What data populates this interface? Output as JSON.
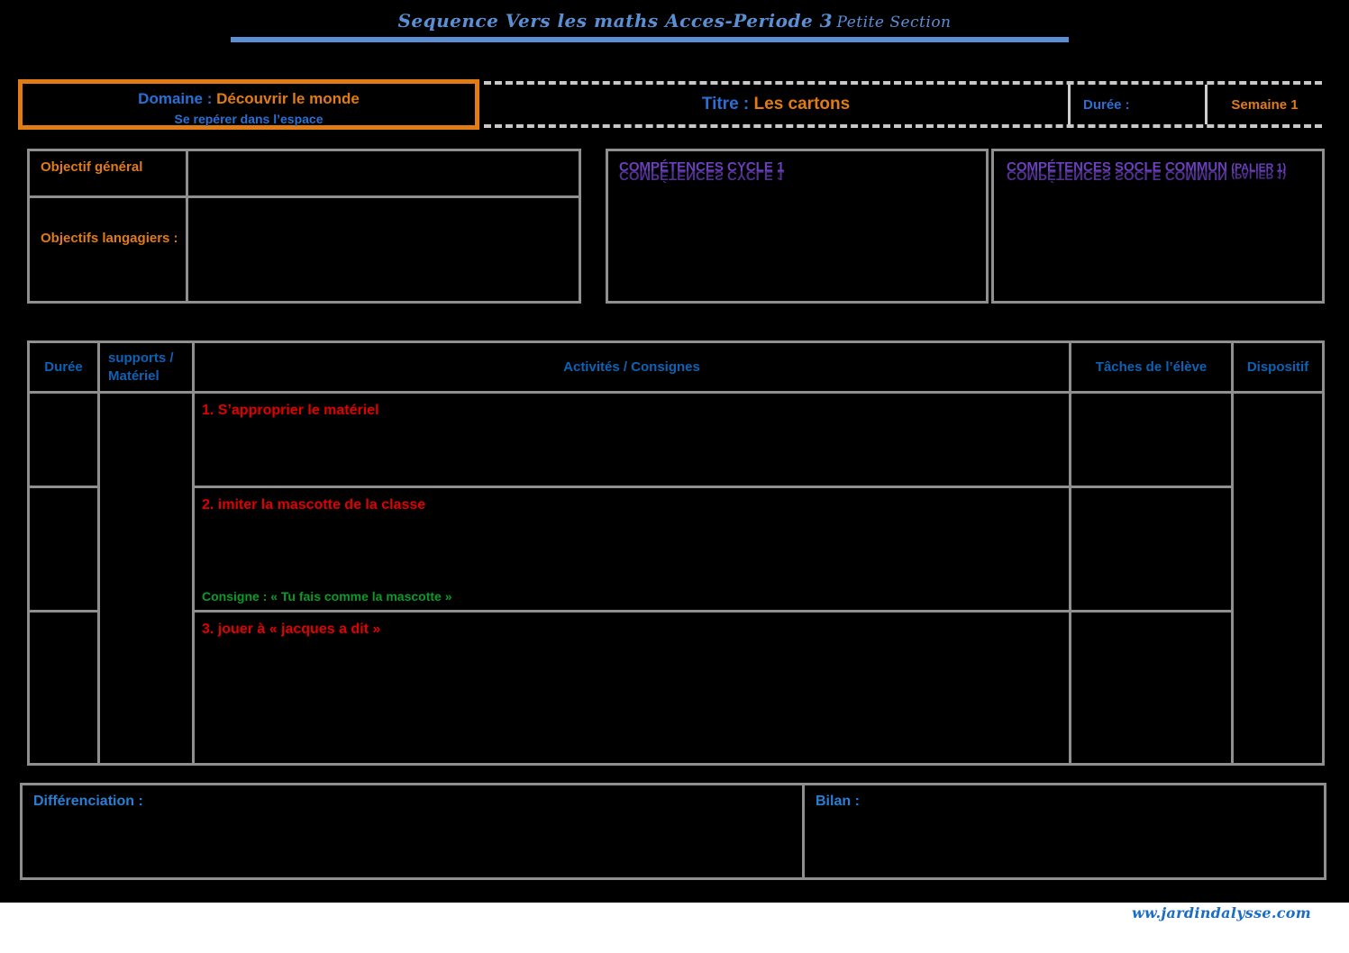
{
  "header": {
    "title_main": "Sequence  Vers les maths Acces-Periode 3",
    "title_sub": "Petite Section"
  },
  "domain": {
    "label": "Domaine :",
    "value": "Découvrir le monde",
    "subtitle": "Se repérer dans l’espace"
  },
  "titre": {
    "label": "Titre :",
    "value": "Les cartons",
    "duree_label": "Durée :",
    "duree_value": "",
    "semaine": "Semaine 1"
  },
  "objectives": {
    "general_label": "Objectif général",
    "general_value": "",
    "langagiers_label": "Objectifs langagiers :",
    "langagiers_value": ""
  },
  "competences": {
    "cycle_title": "COMPÉTENCES CYCLE 1",
    "cycle_body": "",
    "socle_title": "COMPÉTENCES SOCLE COMMUN",
    "socle_title_suffix": "(PALIER 1)",
    "socle_body": ""
  },
  "table": {
    "headers": {
      "duree": "Durée",
      "supports": "supports / Matériel",
      "activites": "Activités / Consignes",
      "taches": "Tâches de l’élève",
      "dispositif": "Dispositif"
    },
    "rows": [
      {
        "duree": "",
        "activite": "1. S’approprier le matériel",
        "consigne": "",
        "taches": ""
      },
      {
        "duree": "",
        "activite": " 2. imiter la mascotte de la classe",
        "consigne": "Consigne : « Tu fais comme la mascotte »",
        "taches": ""
      },
      {
        "duree": "",
        "activite": "3.  jouer à « jacques a dit »",
        "consigne": "",
        "taches": ""
      }
    ],
    "supports_value": "",
    "dispositif_value": ""
  },
  "bottom": {
    "differenciation_label": "Différenciation :",
    "differenciation_value": "",
    "bilan_label": "Bilan :",
    "bilan_value": ""
  },
  "footer": {
    "url": "ww.jardindalysse.com"
  },
  "colors": {
    "accent_orange": "#e07b16",
    "accent_blue": "#2a6fd4",
    "header_blue": "#5b8fd4",
    "table_header_blue": "#0e62b4",
    "activity_red": "#e00000",
    "consigne_green": "#0a9b28",
    "competence_purple": "#6b3fbd",
    "border_gray": "#8f8f8f",
    "sheet_background": "#000000"
  }
}
